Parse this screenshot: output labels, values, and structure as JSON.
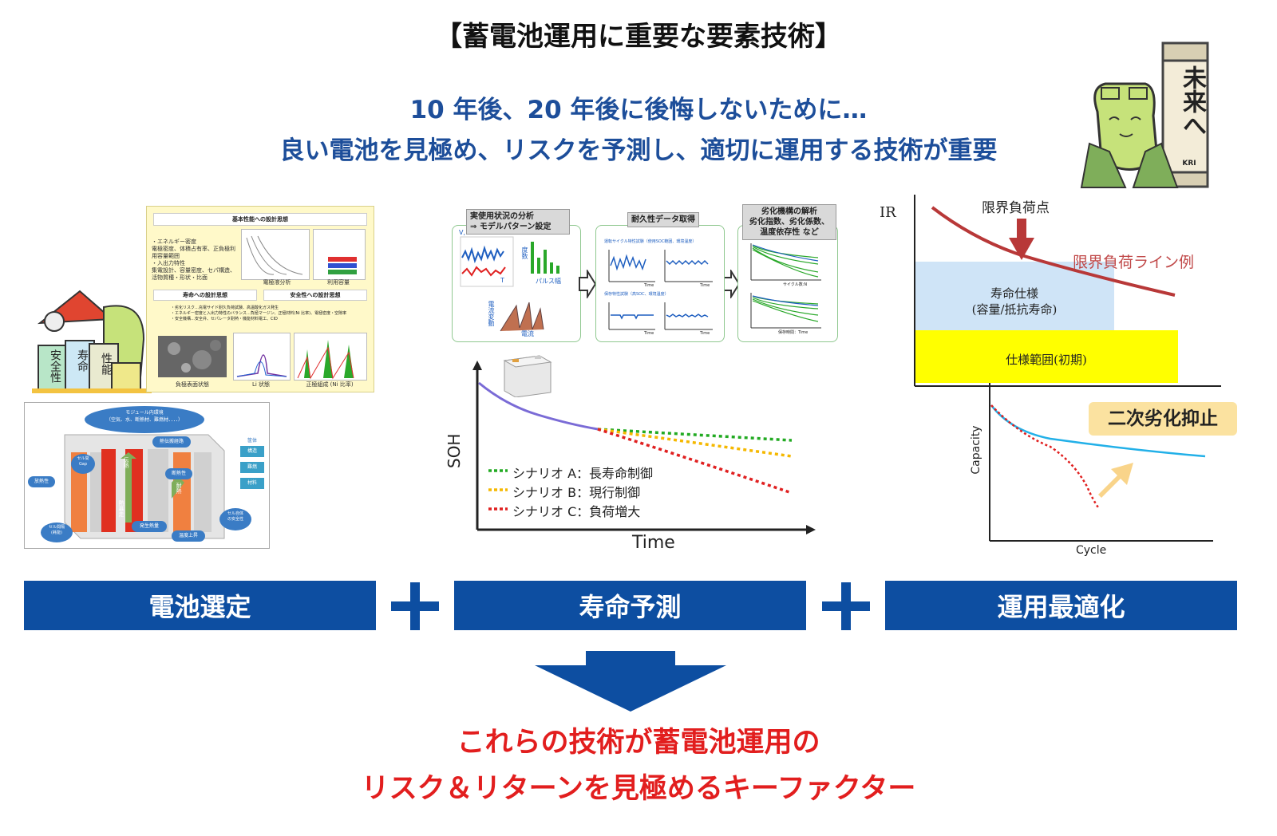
{
  "title": "【蓄電池運用に重要な要素技術】",
  "subtitle_line1": "10 年後、20 年後に後悔しないために…",
  "subtitle_line2": "良い電池を見極め、リスクを予測し、適切に運用する技術が重要",
  "mascot": {
    "banner_text": "未来へ",
    "banner_small": "KRI",
    "jar_labels": [
      "安全性",
      "寿命",
      "性能"
    ]
  },
  "design_doc": {
    "header1": "基本性能への設計思想",
    "bullets1": [
      "・エネルギー密度",
      "電極密度、体積占有率、正負極利用容量範囲",
      "・入出力特性",
      "集電設計、容量密度、セパ構造、",
      "活物質種・形状・比面"
    ],
    "caption1": "電極液分析",
    "caption2": "利用容量",
    "header2": "寿命への設計思想",
    "header3": "安全性への設計思想",
    "bullets2": [
      "・劣化リスク…充電サイド耐久負荷試験、高温酸化ガス発生",
      "・エネルギー密度と入出力特性のバランス…負極マージン、正極材料(Ni 比率)、電極密度・空隙率",
      "・安全機構…安全弁、セパレータ耐熱・機能材料電工、CID"
    ],
    "caption3": "負極表面状態",
    "caption4": "Li 状態",
    "caption5": "正極組成 (Ni 比率)"
  },
  "module": {
    "bubble": "モジュール内環境\n（空気、水、断熱材、難燃材、．．．）",
    "labels": [
      "熱伝搬経路",
      "セル間\nGap",
      "放熱性",
      "断熱性",
      "セル間隔\n(耗能)",
      "発生熱量",
      "温度上昇",
      "セル自体\nの安全性"
    ],
    "side_title": "筐体",
    "side_items": [
      "構造",
      "難燃",
      "材料"
    ],
    "arrow_labels": [
      "伝熱",
      "熱暴走",
      "耐熱"
    ]
  },
  "pipeline": {
    "step1_label": "実使用状況の分析\n⇒ モデルパターン設定",
    "step1_axes": [
      "V, I",
      "T",
      "度数",
      "パルス幅",
      "電流変動",
      "電流"
    ],
    "step2_label": "耐久性データ取得",
    "step2_captions": [
      "運転サイクル特性試験（使用SOC範囲、環境温度）",
      "保存特性試験（高SOC、環境温度）",
      "Time",
      "Time",
      "Time",
      "Time"
    ],
    "step3_label": "劣化機構の解析\n劣化指数、劣化係数、\n温度依存性 など",
    "step3_captions": [
      "サイクル数:N",
      "保存時間：Time"
    ]
  },
  "soh_chart": {
    "ylabel": "SOH",
    "xlabel": "Time",
    "legend": [
      "シナリオ A：長寿命制御",
      "シナリオ B：現行制御",
      "シナリオ C：負荷増大"
    ],
    "colors": [
      "#22aa22",
      "#f5b800",
      "#e02020"
    ]
  },
  "ir_chart": {
    "ylabel": "IR",
    "peak_label": "限界負荷点",
    "line_label": "限界負荷ライン例",
    "box1": "寿命仕様\n(容量/抵抗寿命)",
    "box2": "仕様範囲(初期)",
    "box1_color": "#cfe4f7",
    "box2_color": "#ffff00"
  },
  "cap_chart": {
    "ylabel": "Capacity",
    "xlabel": "Cycle",
    "badge": "二次劣化抑止"
  },
  "bands": [
    "電池選定",
    "寿命予測",
    "運用最適化"
  ],
  "conclusion_line1": "これらの技術が蓄電池運用の",
  "conclusion_line2": "リスク＆リターンを見極めるキーファクター"
}
